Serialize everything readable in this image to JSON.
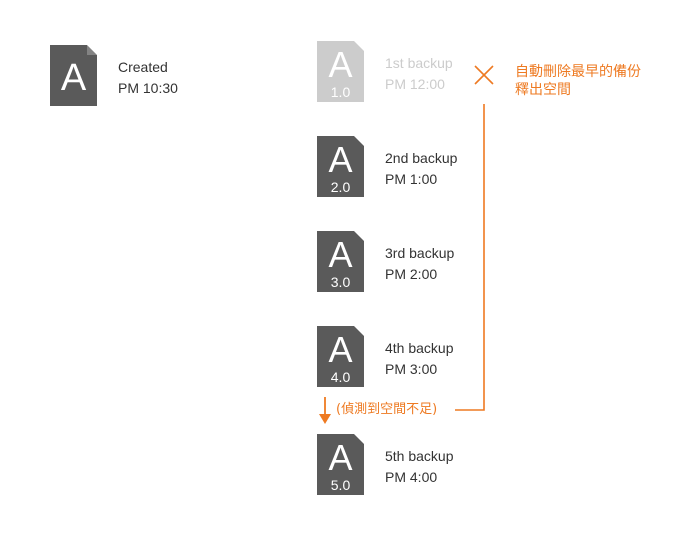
{
  "original": {
    "letter": "A",
    "line1": "Created",
    "line2": "PM 10:30",
    "icon": "file-a-icon"
  },
  "backups": [
    {
      "letter": "A",
      "version": "1.0",
      "line1": "1st backup",
      "line2": "PM 12:00",
      "state": "deleted"
    },
    {
      "letter": "A",
      "version": "2.0",
      "line1": "2nd backup",
      "line2": "PM 1:00",
      "state": "kept"
    },
    {
      "letter": "A",
      "version": "3.0",
      "line1": "3rd backup",
      "line2": "PM 2:00",
      "state": "kept"
    },
    {
      "letter": "A",
      "version": "4.0",
      "line1": "4th backup",
      "line2": "PM 3:00",
      "state": "kept"
    },
    {
      "letter": "A",
      "version": "5.0",
      "line1": "5th backup",
      "line2": "PM 4:00",
      "state": "kept"
    }
  ],
  "annotations": {
    "auto_delete_line1": "自動刪除最早的備份",
    "auto_delete_line2": "釋出空間",
    "insufficient_space": "(偵測到空間不足)"
  },
  "colors": {
    "file_dark": "#5a5a5a",
    "file_faded": "#cccccc",
    "accent": "#ee7a22"
  }
}
